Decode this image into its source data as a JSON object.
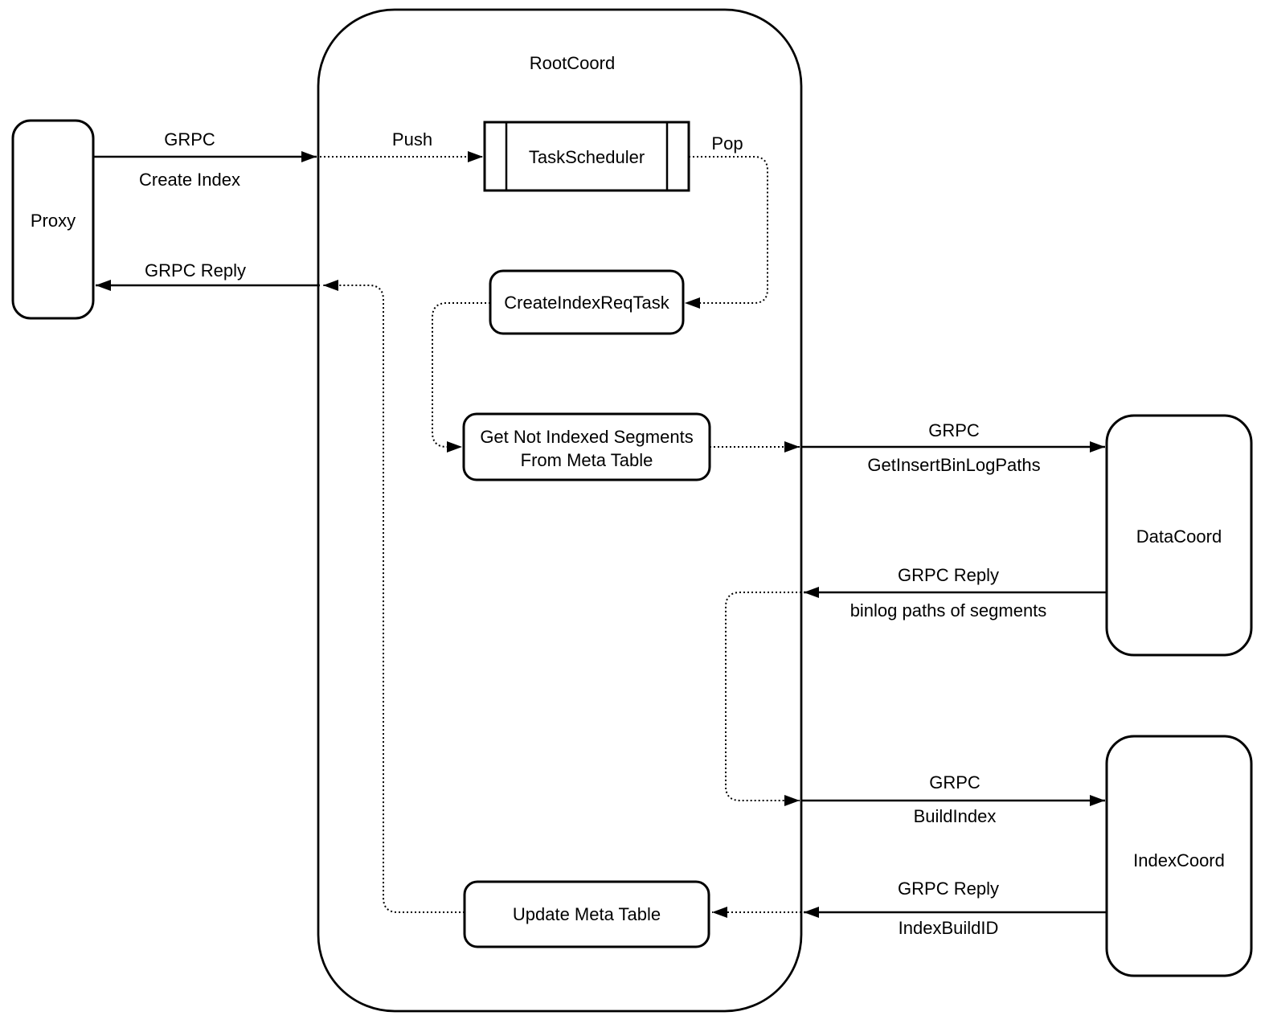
{
  "diagram": {
    "background": "#ffffff",
    "stroke_color": "#000000",
    "container": {
      "label": "RootCoord"
    },
    "nodes": {
      "proxy": {
        "label": "Proxy"
      },
      "task_scheduler": {
        "label": "TaskScheduler"
      },
      "create_index_req_task": {
        "label": "CreateIndexReqTask"
      },
      "get_not_indexed_segments": {
        "line1": "Get Not Indexed Segments",
        "line2": "From Meta Table"
      },
      "update_meta_table": {
        "label": "Update Meta Table"
      },
      "data_coord": {
        "label": "DataCoord"
      },
      "index_coord": {
        "label": "IndexCoord"
      }
    },
    "edges": {
      "create_index_request": {
        "protocol": "GRPC",
        "method": "Create Index"
      },
      "create_index_reply": {
        "protocol": "GRPC Reply"
      },
      "push": {
        "label": "Push"
      },
      "pop": {
        "label": "Pop"
      },
      "get_insert_binlog_paths": {
        "protocol": "GRPC",
        "method": "GetInsertBinLogPaths"
      },
      "binlog_paths_reply": {
        "protocol": "GRPC Reply",
        "method": "binlog paths of segments"
      },
      "build_index": {
        "protocol": "GRPC",
        "method": "BuildIndex"
      },
      "index_build_id_reply": {
        "protocol": "GRPC Reply",
        "method": "IndexBuildID"
      }
    }
  }
}
